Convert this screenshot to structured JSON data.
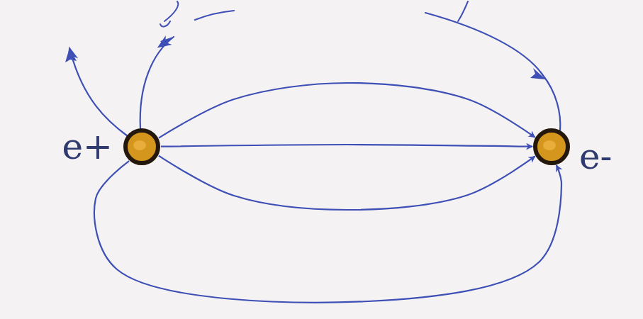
{
  "diagram": {
    "nodes": [
      {
        "text": [
          "e+"
        ]
      },
      {
        "text": [
          "e-"
        ]
      }
    ],
    "edges": [
      {
        "from": 0,
        "to": 1,
        "arrow": "to"
      },
      {
        "from": 0,
        "to": 1,
        "arrow": "to"
      },
      {
        "from": 0,
        "to": 1,
        "arrow": "to"
      },
      {
        "from": 0,
        "to": 1,
        "arrow": "to"
      }
    ]
  }
}
